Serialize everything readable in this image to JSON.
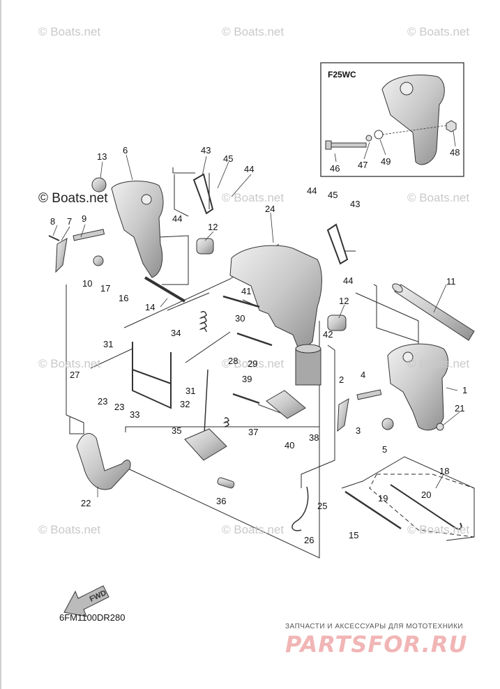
{
  "diagram": {
    "code": "6FM1100DR280",
    "inset_title": "F25WC",
    "direction_label": "FWD",
    "watermark": "© Boats.net",
    "shop_line": "ЗАПЧАСТИ И АКСЕССУАРЫ ДЛЯ МОТОТЕХНИКИ",
    "shop_logo": "PARTSFOR.RU",
    "callouts": [
      "1",
      "2",
      "3",
      "4",
      "5",
      "6",
      "7",
      "8",
      "9",
      "10",
      "11",
      "12",
      "12",
      "13",
      "14",
      "15",
      "16",
      "17",
      "18",
      "19",
      "20",
      "21",
      "22",
      "23",
      "23",
      "24",
      "25",
      "26",
      "27",
      "28",
      "29",
      "30",
      "31",
      "31",
      "32",
      "33",
      "34",
      "35",
      "36",
      "37",
      "38",
      "39",
      "40",
      "41",
      "42",
      "43",
      "43",
      "44",
      "44",
      "44",
      "44",
      "45",
      "45",
      "46",
      "47",
      "48",
      "49"
    ]
  },
  "colors": {
    "line": "#2a2a2a",
    "part_fill": "#d9d9d9",
    "part_dark": "#9a9a9a",
    "watermark": "#c9c9c9",
    "logo": "#f1b5b5"
  }
}
